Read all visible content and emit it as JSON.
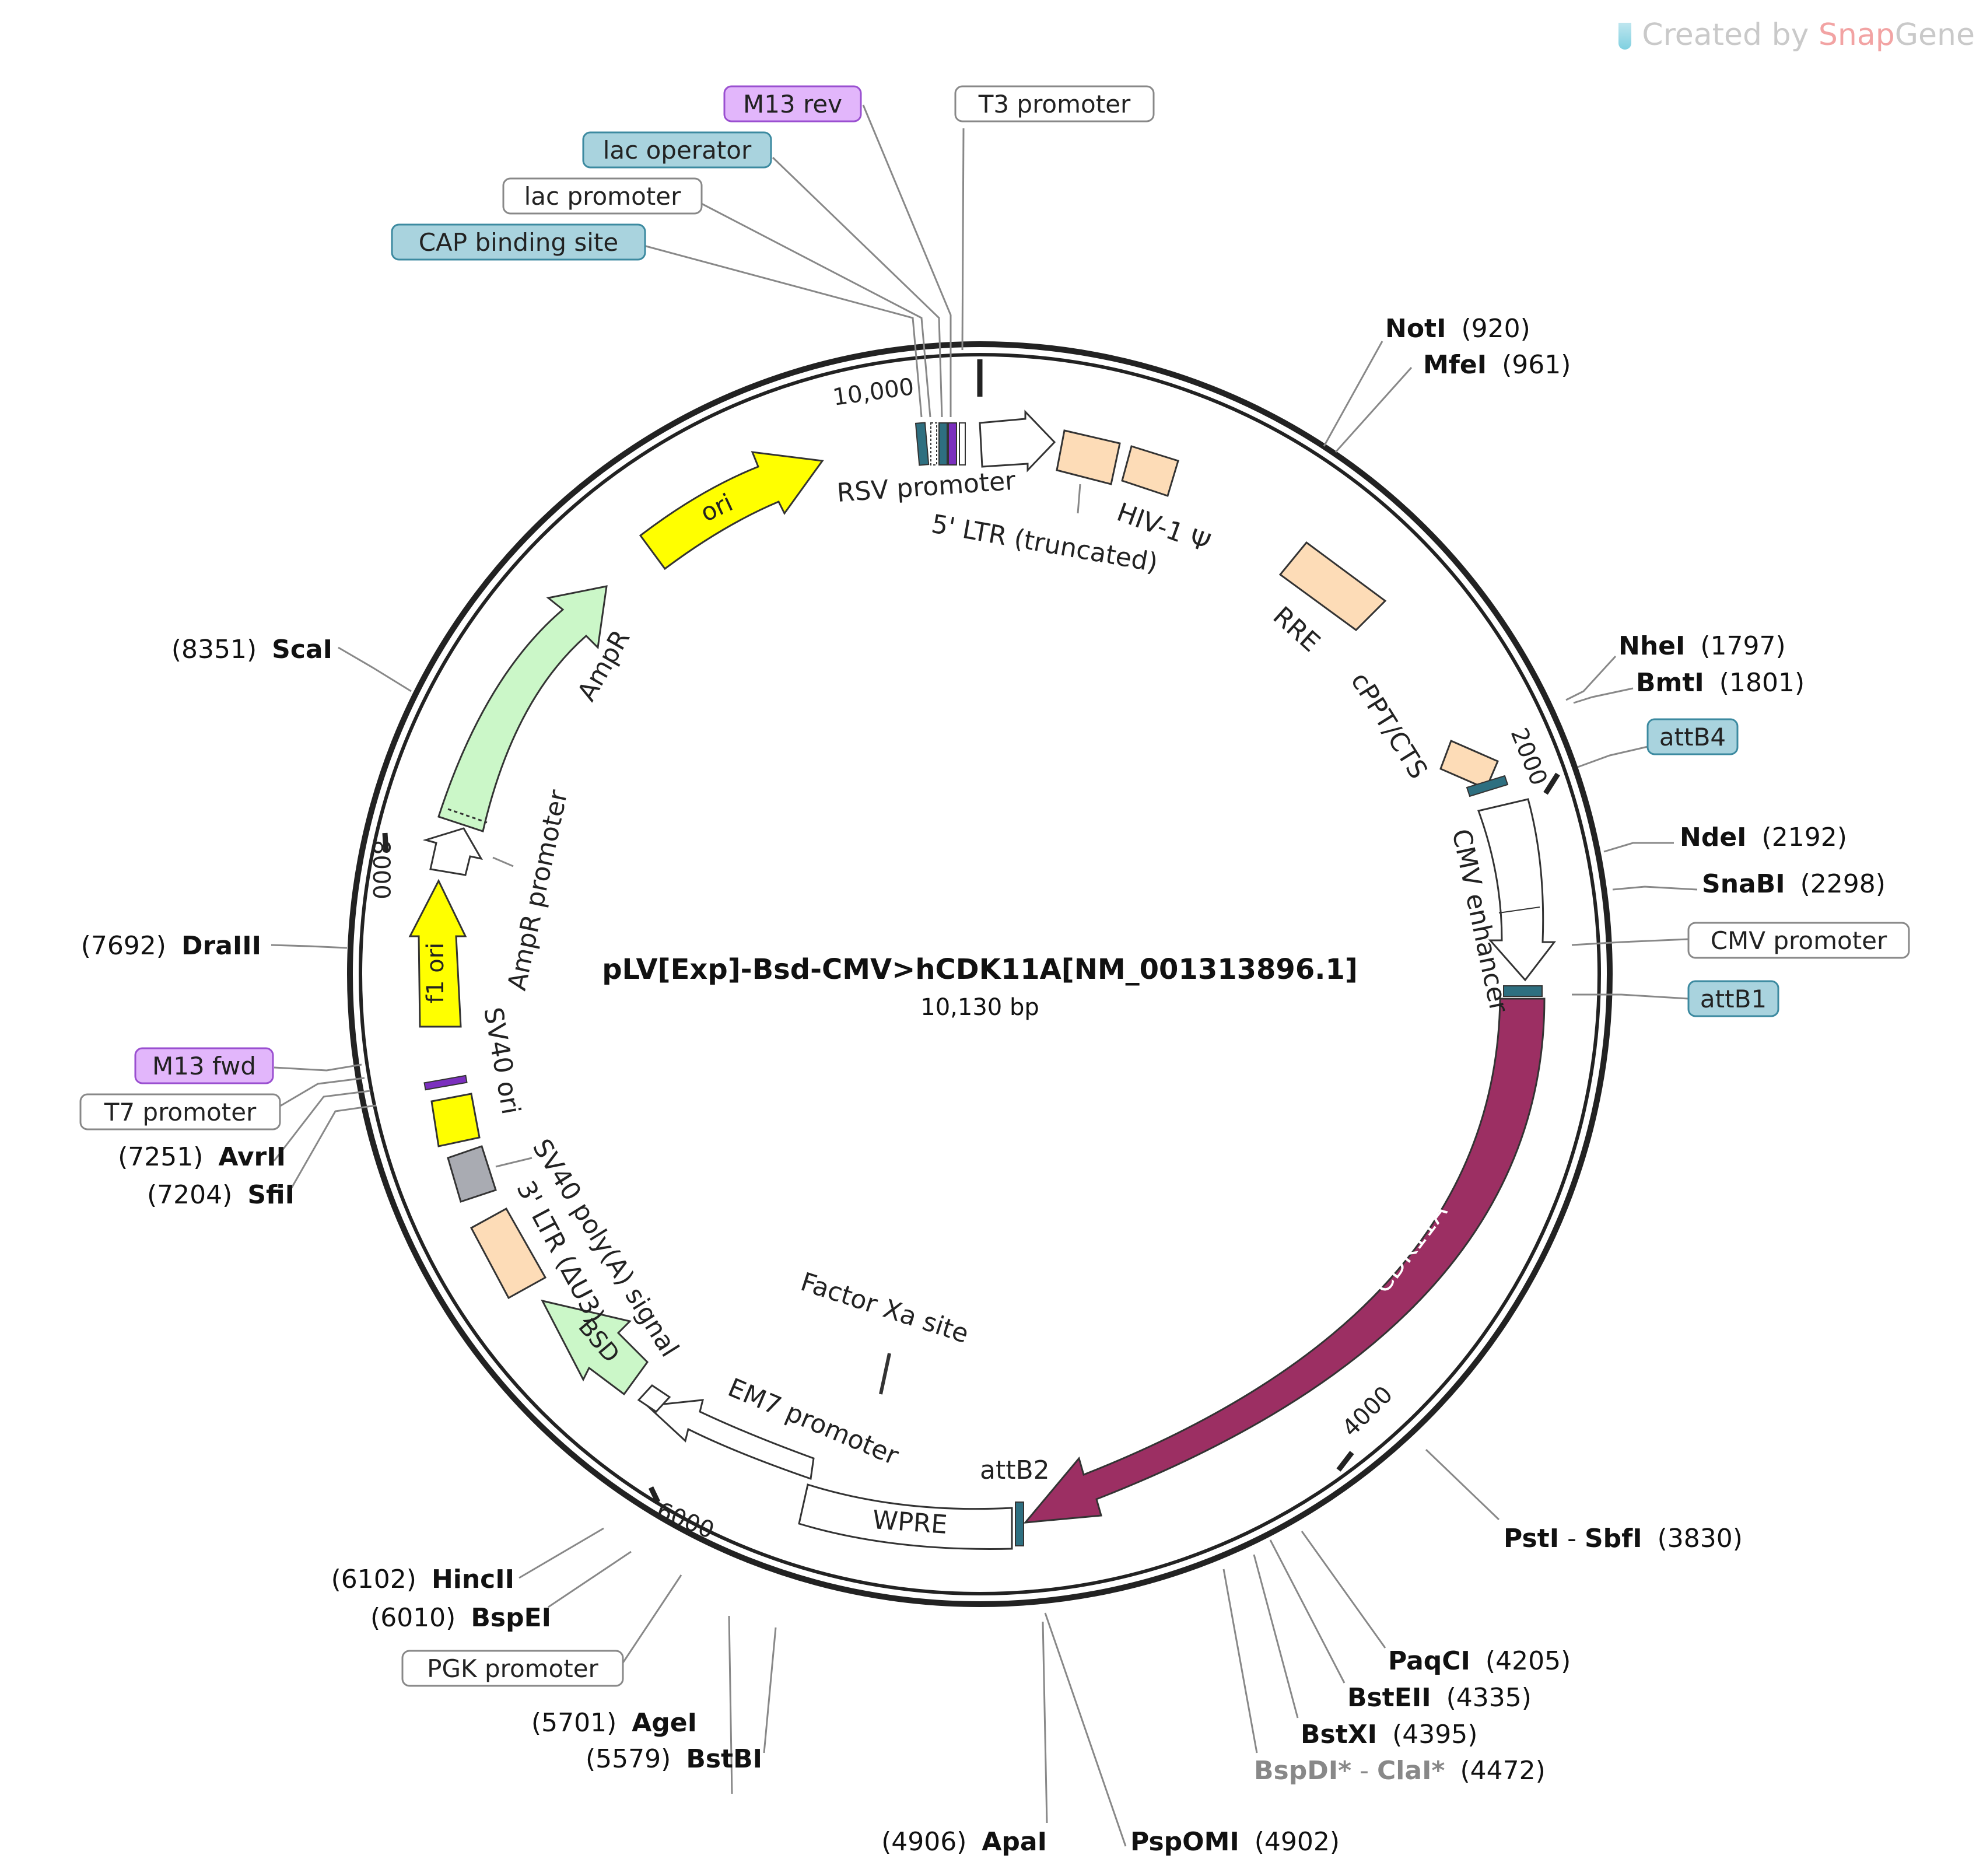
{
  "watermark": {
    "prefix": "Created by",
    "brand_a": "Snap",
    "brand_b": "Gene"
  },
  "plasmid": {
    "name": "pLV[Exp]-Bsd-CMV>hCDK11A[NM_001313896.1]",
    "length": "10,130 bp"
  },
  "ticks": [
    "10,000",
    "2000",
    "4000",
    "6000",
    "8000"
  ],
  "enzymes": {
    "noti": {
      "name": "NotI",
      "pos": "(920)"
    },
    "mfei": {
      "name": "MfeI",
      "pos": "(961)"
    },
    "nhei": {
      "name": "NheI",
      "pos": "(1797)"
    },
    "bmti": {
      "name": "BmtI",
      "pos": "(1801)"
    },
    "ndei": {
      "name": "NdeI",
      "pos": "(2192)"
    },
    "snabi": {
      "name": "SnaBI",
      "pos": "(2298)"
    },
    "psti_sbfi": {
      "name_a": "PstI",
      "sep": " - ",
      "name_b": "SbfI",
      "pos": "(3830)"
    },
    "paqci": {
      "name": "PaqCI",
      "pos": "(4205)"
    },
    "bsteii": {
      "name": "BstEII",
      "pos": "(4335)"
    },
    "bstxi": {
      "name": "BstXI",
      "pos": "(4395)"
    },
    "bspdi_clai": {
      "name_a": "BspDI*",
      "sep": " - ",
      "name_b": "ClaI*",
      "pos": "(4472)"
    },
    "pspomi": {
      "name": "PspOMI",
      "pos": "(4902)"
    },
    "apai": {
      "name": "ApaI",
      "pos": "(4906)"
    },
    "agei": {
      "name": "AgeI",
      "pos": "(5701)"
    },
    "bstbi": {
      "name": "BstBI",
      "pos": "(5579)"
    },
    "hincii": {
      "name": "HincII",
      "pos": "(6102)"
    },
    "bspei": {
      "name": "BspEI",
      "pos": "(6010)"
    },
    "sfii": {
      "name": "SfiI",
      "pos": "(7204)"
    },
    "avrii": {
      "name": "AvrII",
      "pos": "(7251)"
    },
    "draiii": {
      "name": "DraIII",
      "pos": "(7692)"
    },
    "scai": {
      "name": "ScaI",
      "pos": "(8351)"
    }
  },
  "boxed_labels": {
    "m13_rev": "M13 rev",
    "t3_promoter": "T3 promoter",
    "lac_operator": "lac operator",
    "lac_promoter": "lac promoter",
    "cap_binding_site": "CAP binding site",
    "attb4": "attB4",
    "cmv_promoter": "CMV promoter",
    "attb1": "attB1",
    "m13_fwd": "M13 fwd",
    "t7_promoter": "T7 promoter",
    "pgk_promoter": "PGK promoter"
  },
  "features": {
    "rsv_promoter": "RSV promoter",
    "ltr5": "5' LTR (truncated)",
    "hiv_psi": "HIV-1 Ψ",
    "rre": "RRE",
    "cppt": "cPPT/CTS",
    "cmv_enhancer": "CMV enhancer",
    "cdk11a": "CDK11A",
    "attb2": "attB2",
    "wpre": "WPRE",
    "em7": "EM7 promoter",
    "bsd": "BSD",
    "ltr3": "3' LTR (ΔU3)",
    "sv40_polya": "SV40 poly(A) signal",
    "sv40_ori": "SV40 ori",
    "f1_ori": "f1 ori",
    "ampr_promoter": "AmpR promoter",
    "ampr": "AmpR",
    "ori": "ori",
    "factor_xa": "Factor Xa site"
  },
  "colors": {
    "backbone": "#222222",
    "cdk11a": "#9c2f63",
    "ltr": "#fddcb7",
    "ori": "#ffff00",
    "ampr": "#cbf7c8",
    "purple_feature": "#7b2fbe",
    "teal_site": "#2e6f80",
    "boxed_teal_fill": "#a9d3de",
    "boxed_purple_fill": "#e2b6fb"
  }
}
